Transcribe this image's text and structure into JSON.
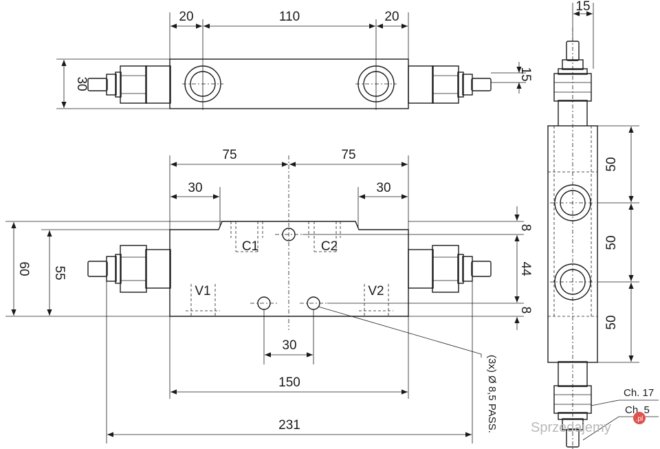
{
  "top_view": {
    "dim_left": "20",
    "dim_middle": "110",
    "dim_right": "20",
    "dim_height": "30",
    "dim_port": "15"
  },
  "front_view": {
    "dim_left_75": "75",
    "dim_right_75": "75",
    "dim_left_30": "30",
    "dim_right_30": "30",
    "dim_height_60": "60",
    "dim_height_55": "55",
    "dim_right_8_top": "8",
    "dim_right_44": "44",
    "dim_right_8_bottom": "8",
    "dim_hole_spacing": "30",
    "dim_width_150": "150",
    "dim_width_231": "231",
    "port_c1": "C1",
    "port_c2": "C2",
    "port_v1": "V1",
    "port_v2": "V2",
    "hole_note": "(3x) Ø 8,5 PASS."
  },
  "side_view": {
    "dim_width": "15",
    "dim_50_a": "50",
    "dim_50_b": "50",
    "dim_50_c": "50",
    "wrench_17": "Ch. 17",
    "wrench_5": "Ch. 5"
  },
  "watermark": {
    "text": "Sprzedajemy",
    "suffix": ".pl"
  }
}
